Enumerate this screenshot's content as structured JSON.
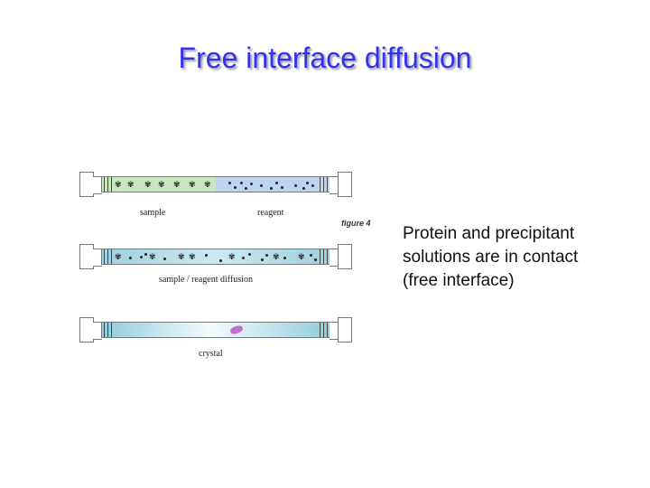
{
  "slide": {
    "title": "Free interface diffusion",
    "description_lines": [
      "Protein and precipitant",
      "solutions are in contact",
      "(free interface)"
    ]
  },
  "figure": {
    "label": "figure 4",
    "tubes": [
      {
        "id": "initial",
        "labels": [
          "sample",
          "reagent"
        ]
      },
      {
        "id": "diffusion",
        "labels": [
          "sample / reagent diffusion"
        ]
      },
      {
        "id": "crystal",
        "labels": [
          "crystal"
        ]
      }
    ],
    "colors": {
      "sample": "#c8e6c0",
      "reagent": "#bcd4f0",
      "mixed": "#9fd0dc",
      "crystal": "#c070c8",
      "title": "#3333ee"
    }
  }
}
